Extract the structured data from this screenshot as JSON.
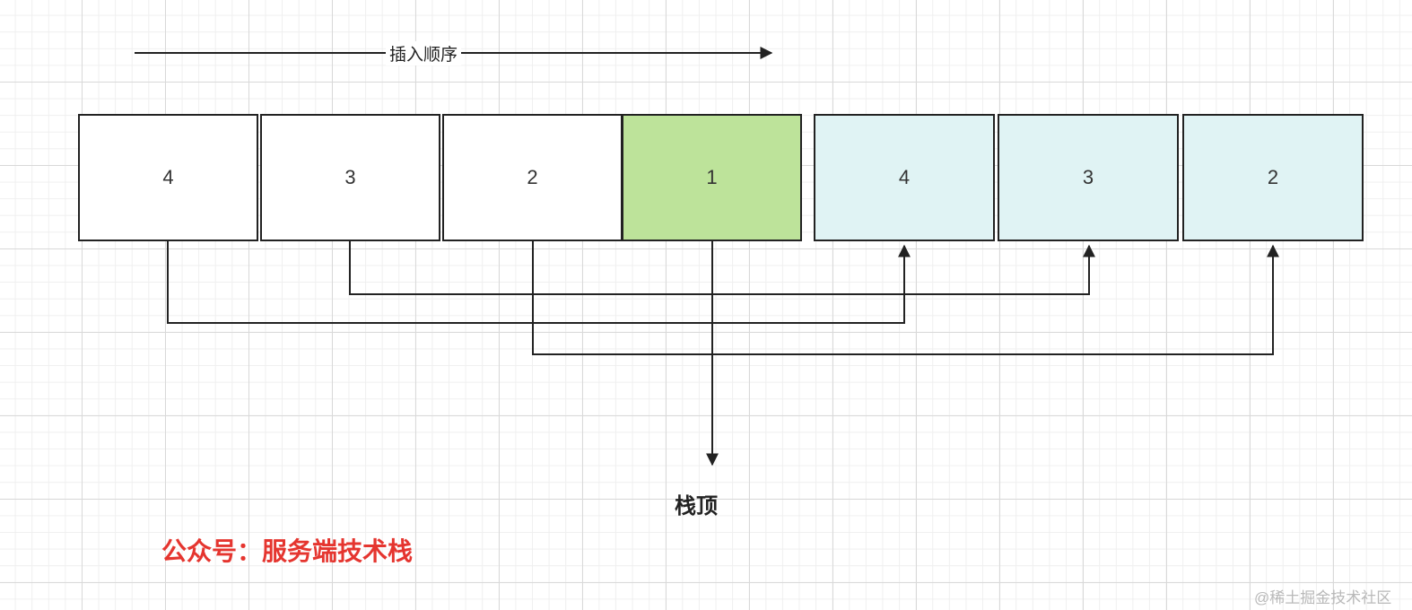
{
  "insert_order_label": "插入顺序",
  "stack_top_label": "栈顶",
  "wechat_label": "公众号：服务端技术栈",
  "watermark": "@稀土掘金技术社区",
  "left_boxes": [
    {
      "label": "4",
      "highlight": false
    },
    {
      "label": "3",
      "highlight": false
    },
    {
      "label": "2",
      "highlight": false
    },
    {
      "label": "1",
      "highlight": true
    }
  ],
  "right_boxes": [
    {
      "label": "4"
    },
    {
      "label": "3"
    },
    {
      "label": "2"
    }
  ],
  "colors": {
    "stack_top_fill": "#bde39a",
    "copy_fill": "#e0f3f4",
    "wechat_text": "#e5352f",
    "line": "#222222"
  },
  "connections": [
    {
      "from": "4",
      "to": "4"
    },
    {
      "from": "3",
      "to": "3"
    },
    {
      "from": "2",
      "to": "2"
    }
  ]
}
